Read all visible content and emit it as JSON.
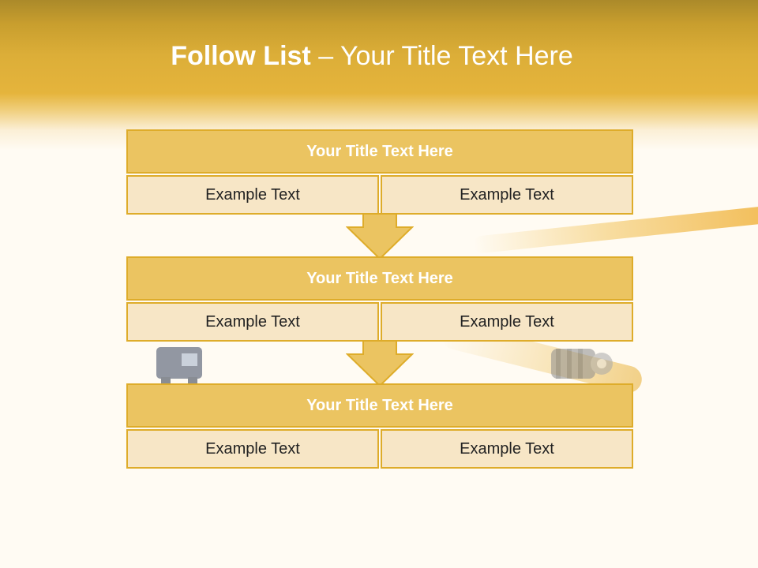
{
  "slide": {
    "title_strong": "Follow List",
    "title_rest": "– Your Title Text Here"
  },
  "blocks": [
    {
      "title": "Your Title Text Here",
      "left": "Example Text",
      "right": "Example Text"
    },
    {
      "title": "Your Title Text Here",
      "left": "Example Text",
      "right": "Example Text"
    },
    {
      "title": "Your Title Text Here",
      "left": "Example Text",
      "right": "Example Text"
    }
  ],
  "colors": {
    "header": "#e5b43c",
    "block_title": "#ebc461",
    "block_cell": "#f7e6c6",
    "border": "#deac2a"
  },
  "icons": [
    "arrow-down-icon",
    "fiber-connector-icon"
  ]
}
